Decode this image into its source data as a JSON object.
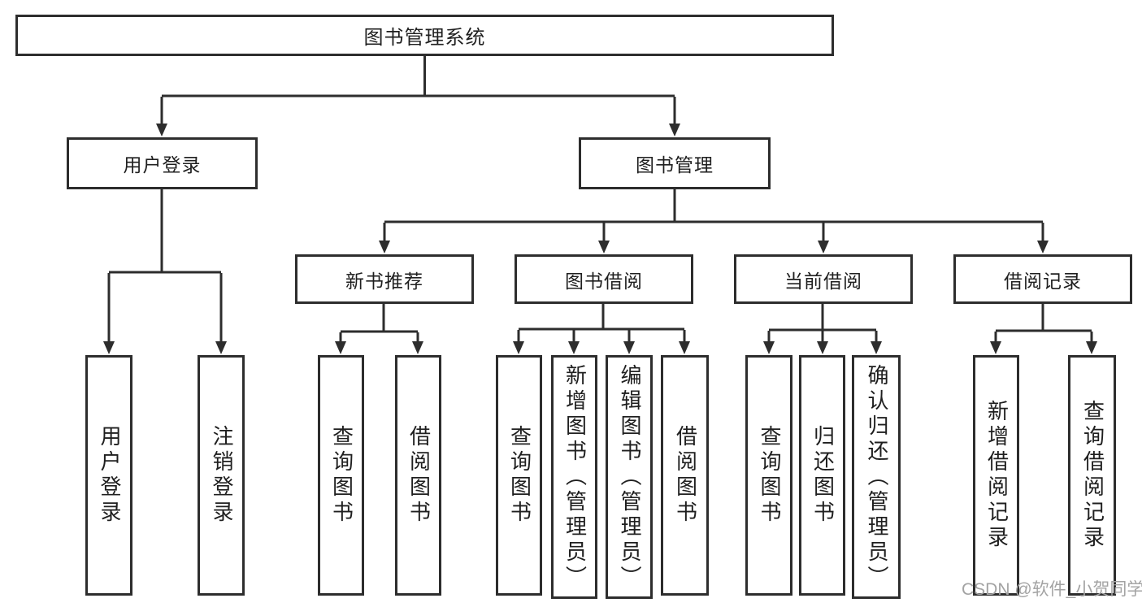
{
  "tree": {
    "label": "图书管理系统",
    "children": [
      {
        "label": "用户登录",
        "children": [
          {
            "label": "用户登录"
          },
          {
            "label": "注销登录"
          }
        ]
      },
      {
        "label": "图书管理",
        "children": [
          {
            "label": "新书推荐",
            "children": [
              {
                "label": "查询图书"
              },
              {
                "label": "借阅图书"
              }
            ]
          },
          {
            "label": "图书借阅",
            "children": [
              {
                "label": "查询图书"
              },
              {
                "label": "新增图书（管理员）"
              },
              {
                "label": "编辑图书（管理员）"
              },
              {
                "label": "借阅图书"
              }
            ]
          },
          {
            "label": "当前借阅",
            "children": [
              {
                "label": "查询图书"
              },
              {
                "label": "归还图书"
              },
              {
                "label": "确认归还（管理员）"
              }
            ]
          },
          {
            "label": "借阅记录",
            "children": [
              {
                "label": "新增借阅记录"
              },
              {
                "label": "查询借阅记录"
              }
            ]
          }
        ]
      }
    ]
  },
  "watermark": {
    "text": "CSDN @软件_小贺同学"
  },
  "colors": {
    "line": "#2d2d2d",
    "text": "#1f1f1f",
    "box_background": "#ffffff",
    "watermark": "#a3a3a3",
    "page_background": "#ffffff"
  }
}
